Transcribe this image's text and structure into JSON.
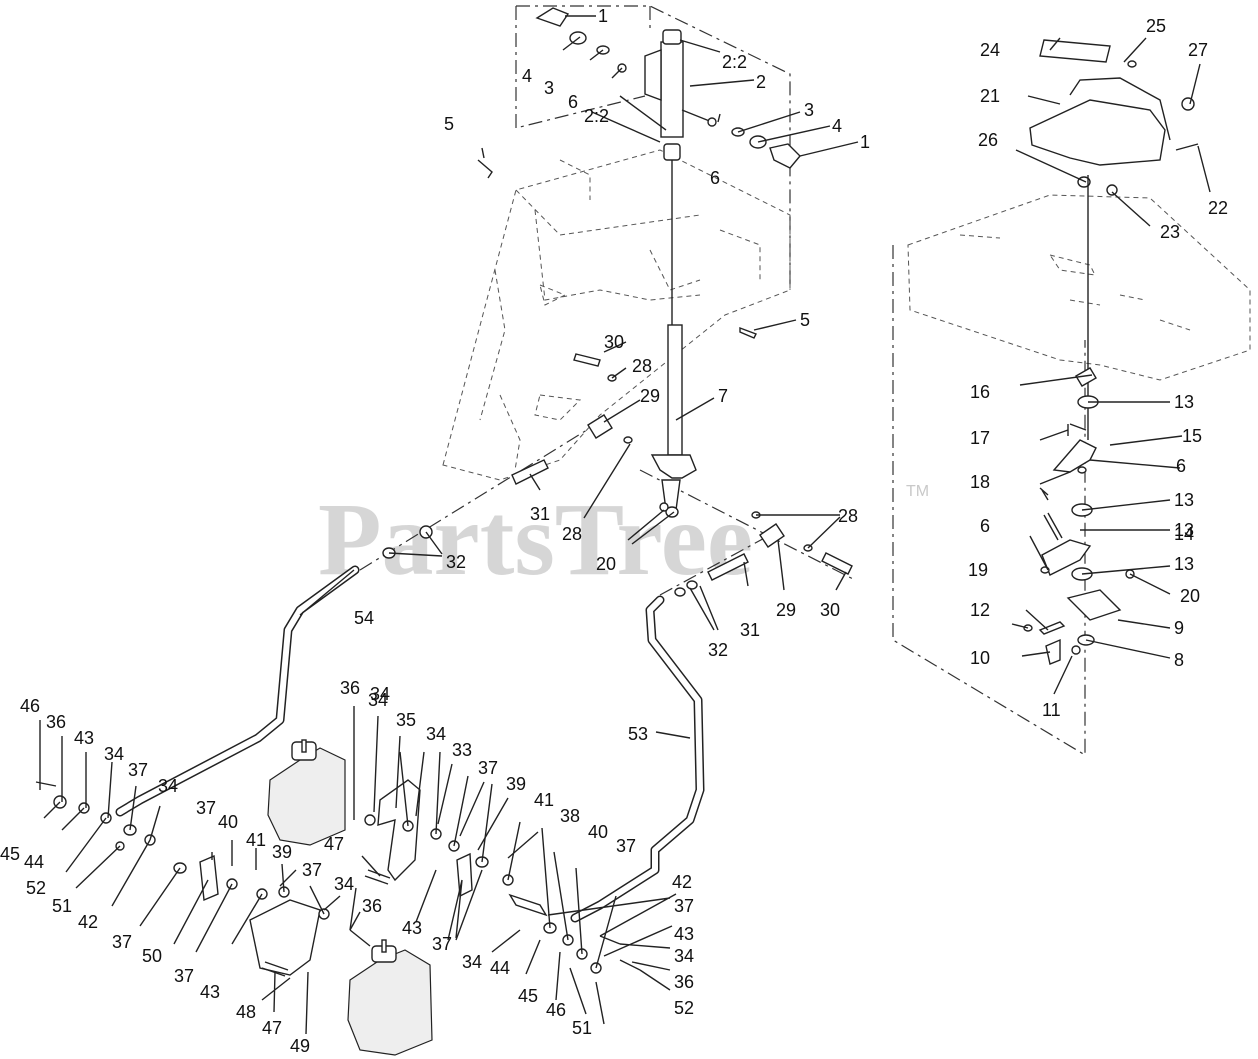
{
  "watermark": {
    "text": "PartsTree",
    "mark": "TM"
  },
  "labels": [
    "1",
    "1",
    "2",
    "2:2",
    "2:2",
    "3",
    "3",
    "4",
    "4",
    "5",
    "5",
    "6",
    "6",
    "6",
    "6",
    "7",
    "8",
    "9",
    "10",
    "11",
    "12",
    "13",
    "13",
    "13",
    "13",
    "14",
    "15",
    "16",
    "17",
    "18",
    "19",
    "20",
    "20",
    "21",
    "22",
    "23",
    "24",
    "25",
    "26",
    "27",
    "28",
    "28",
    "28",
    "29",
    "29",
    "30",
    "30",
    "31",
    "31",
    "32",
    "32",
    "33",
    "34",
    "34",
    "34",
    "34",
    "34",
    "34",
    "34",
    "34",
    "35",
    "36",
    "36",
    "36",
    "36",
    "37",
    "37",
    "37",
    "37",
    "37",
    "37",
    "37",
    "37",
    "37",
    "38",
    "39",
    "39",
    "40",
    "40",
    "41",
    "41",
    "42",
    "42",
    "43",
    "43",
    "43",
    "43",
    "44",
    "44",
    "45",
    "45",
    "46",
    "46",
    "47",
    "47",
    "48",
    "49",
    "50",
    "51",
    "51",
    "52",
    "52",
    "53",
    "54"
  ]
}
